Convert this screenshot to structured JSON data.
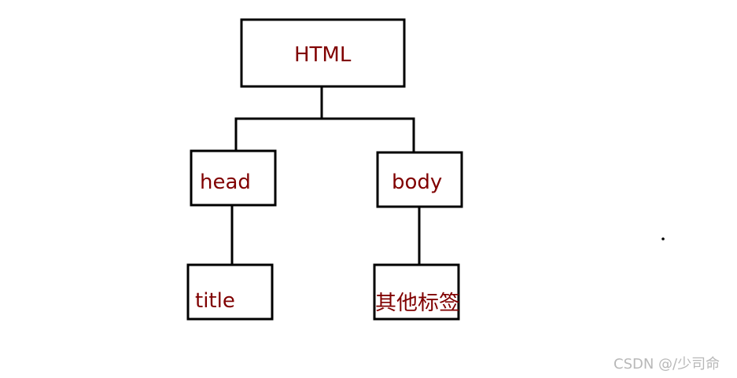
{
  "nodes": {
    "root": {
      "label": "HTML"
    },
    "head": {
      "label": "head"
    },
    "body": {
      "label": "body"
    },
    "title": {
      "label": "title"
    },
    "others": {
      "label": "其他标签"
    }
  },
  "watermark": "CSDN @/少司命",
  "colors": {
    "label": "#800000",
    "line": "#000000",
    "watermark": "#b8b8b8"
  }
}
